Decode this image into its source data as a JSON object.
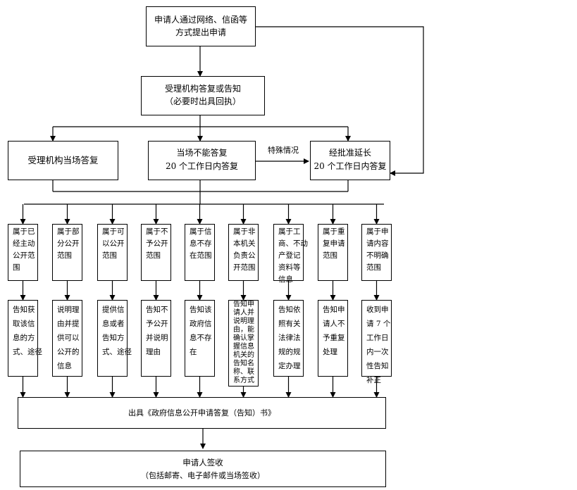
{
  "flowchart": {
    "start": {
      "line1": "申请人通过网络、信函等",
      "line2": "方式提出申请"
    },
    "accept": {
      "line1": "受理机构答复或告知",
      "line2": "（必要时出具回执）"
    },
    "onsite": {
      "label": "受理机构当场答复"
    },
    "not_onsite": {
      "line1": "当场不能答复",
      "line2": "20 个工作日内答复"
    },
    "special_label": "特殊情况",
    "extend": {
      "line1": "经批准延长",
      "line2": "20 个工作日内答复"
    },
    "categories": [
      {
        "top": "属于已\n经主动\n公开范\n围",
        "bottom": "告知获\n取该信\n息的方\n式、途径"
      },
      {
        "top": "属于部\n分公开\n范围",
        "bottom": "说明理\n由并提\n供可以\n公开的\n信息"
      },
      {
        "top": "属于可\n以公开\n范围",
        "bottom": "提供信\n息或者\n告知方\n式、途径"
      },
      {
        "top": "属于不\n予公开\n范围",
        "bottom": "告知不\n予公开\n并说明\n理由"
      },
      {
        "top": "属于信\n息不存\n在范围",
        "bottom": "告知该\n政府信\n息不存\n在"
      },
      {
        "top": "属于非\n本机关\n负责公\n开范围",
        "bottom": "告知申\n请人并\n说明理\n由，能\n确认掌\n握信息\n机关的\n告知名\n称、联\n系方式"
      },
      {
        "top": "属于工\n商、不动\n产登记\n资料等\n信息",
        "bottom": "告知依\n照有关\n法律法\n规的规\n定办理"
      },
      {
        "top": "属于重\n复申请\n范围",
        "bottom": "告知申\n请人不\n予重复\n处理"
      },
      {
        "top": "属于申\n请内容\n不明确\n范围",
        "bottom": "收到申\n请 7 个\n工作日\n内一次\n性告知\n补正"
      }
    ],
    "issue": {
      "label": "出具《政府信息公开申请答复（告知）书》"
    },
    "sign": {
      "line1": "申请人签收",
      "line2": "（包括邮寄、电子邮件或当场签收）"
    }
  }
}
